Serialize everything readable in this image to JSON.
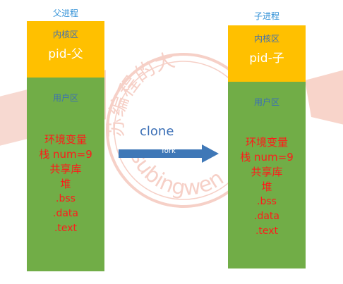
{
  "parent": {
    "title": "父进程",
    "kernel_label": "内核区",
    "pid": "pid-父",
    "user_label": "用户区",
    "memory": [
      "环境变量",
      "栈 num=9",
      "共享库",
      "堆",
      ".bss",
      ".data",
      ".text"
    ]
  },
  "child": {
    "title": "子进程",
    "kernel_label": "内核区",
    "pid": "pid-子",
    "user_label": "用户区",
    "memory": [
      "环境变量",
      "栈 num=9",
      "共享库",
      "堆",
      ".bss",
      ".data",
      ".text"
    ]
  },
  "arrow": {
    "clone_label": "clone",
    "fork_label": "fork"
  },
  "watermark": {
    "text_cn": "苏编程的大",
    "text_en": "subingwen"
  },
  "colors": {
    "kernel": "#ffc000",
    "user": "#71ad47",
    "memory_text": "#ff1a1a",
    "label_blue": "#3b6fb6",
    "title_blue": "#2e8fd6",
    "arrow": "#3f78b7",
    "watermark": "#e05a3a"
  }
}
